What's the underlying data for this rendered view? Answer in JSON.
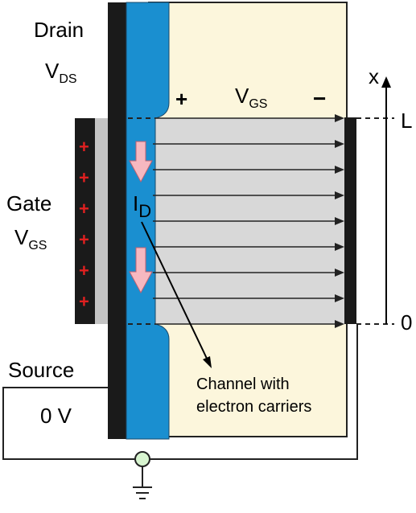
{
  "labels": {
    "drain": "Drain",
    "v_ds_main": "V",
    "v_ds_sub": "DS",
    "gate": "Gate",
    "v_gs_gate_main": "V",
    "v_gs_gate_sub": "GS",
    "v_gs_top_main": "V",
    "v_gs_top_sub": "GS",
    "plus_sign": "+",
    "minus_sign": "−",
    "source": "Source",
    "source_voltage": "0 V",
    "current_main": "I",
    "current_sub": "D",
    "axis_x": "x",
    "axis_L": "L",
    "axis_0": "0",
    "channel_line1": "Channel with",
    "channel_line2": "electron carriers"
  },
  "gate_charges": [
    "+",
    "+",
    "+",
    "+",
    "+",
    "+"
  ],
  "field_line_count": 9,
  "colors": {
    "oxide_fill": "#fcf6dc",
    "channel_blue": "#1a8fd0",
    "field_region": "#d8d8d8",
    "gate_gray": "#c4c4c4",
    "metal": "#1a1a1a",
    "charge_red": "#e02020",
    "current_arrow": "#f6b8c0",
    "ground_node": "#d8f5d0"
  }
}
